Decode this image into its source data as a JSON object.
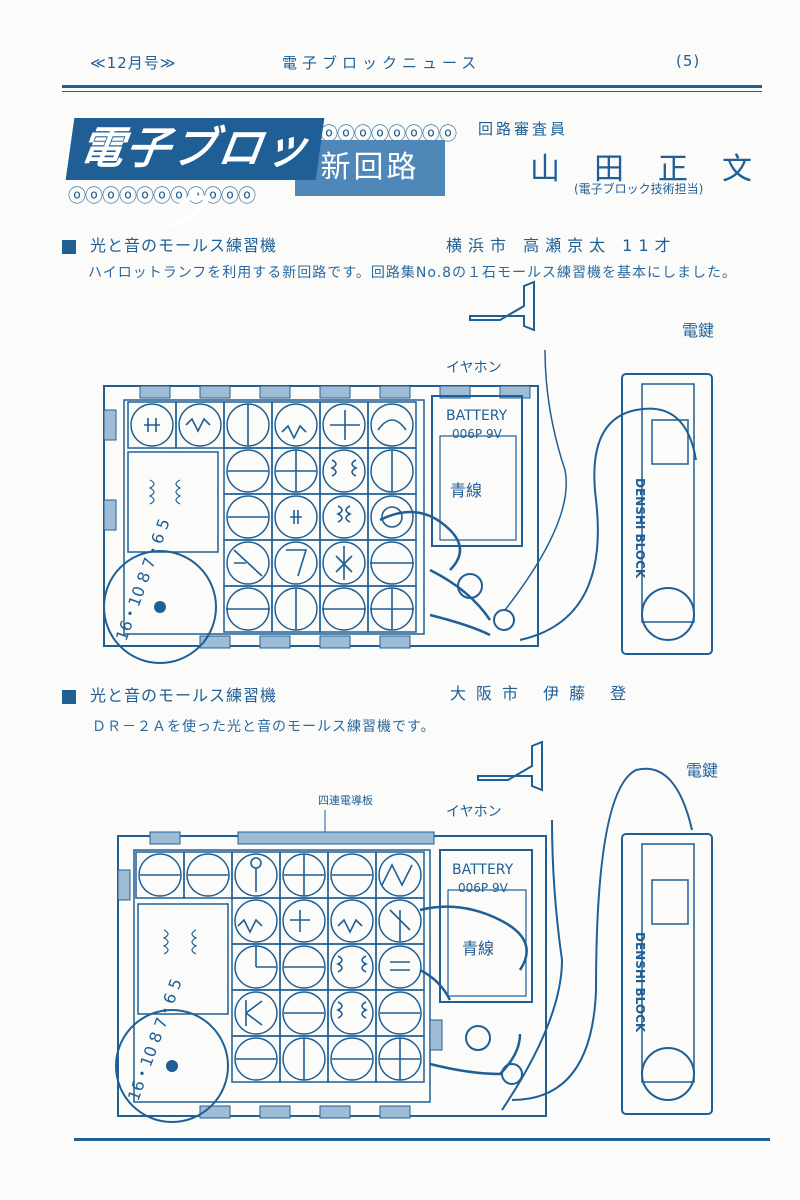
{
  "header": {
    "issue": "≪12月号≫",
    "title": "電子ブロックニュース",
    "page": "(5)"
  },
  "banner": {
    "logo": "電子ブロック",
    "label": "新回路"
  },
  "reviewer": {
    "role": "回路審査員",
    "name": "山田正文",
    "affiliation": "(電子ブロック技術担当)"
  },
  "article1": {
    "title": "光と音のモールス練習機",
    "author": "横浜市 高瀬京太 11才",
    "description": "ハイロットランフを利用する新回路です。回路集No.8の１石モールス練習機を基本にしました。",
    "earphone_label": "イヤホン",
    "key_label": "電鍵",
    "battery_label": "BATTERY",
    "battery_type": "006P 9V",
    "wire_label": "青線",
    "key_brand": "DENSHI BLOCK",
    "dial_numbers": "16・10 8 7・6 5"
  },
  "article2": {
    "title": "光と音のモールス練習機",
    "author": "大阪市 伊藤 登",
    "description": "ＤＲ－２Ａを使った光と音のモールス練習機です。",
    "plate_label": "四連電導板",
    "earphone_label": "イヤホン",
    "key_label": "電鍵",
    "battery_label": "BATTERY",
    "battery_type": "006P 9V",
    "wire_label": "青線",
    "key_brand": "DENSHI BLOCK",
    "dial_numbers": "16・10 8 7・6 5"
  },
  "colors": {
    "ink": "#1f5f95",
    "paper": "#fbfbfa"
  }
}
